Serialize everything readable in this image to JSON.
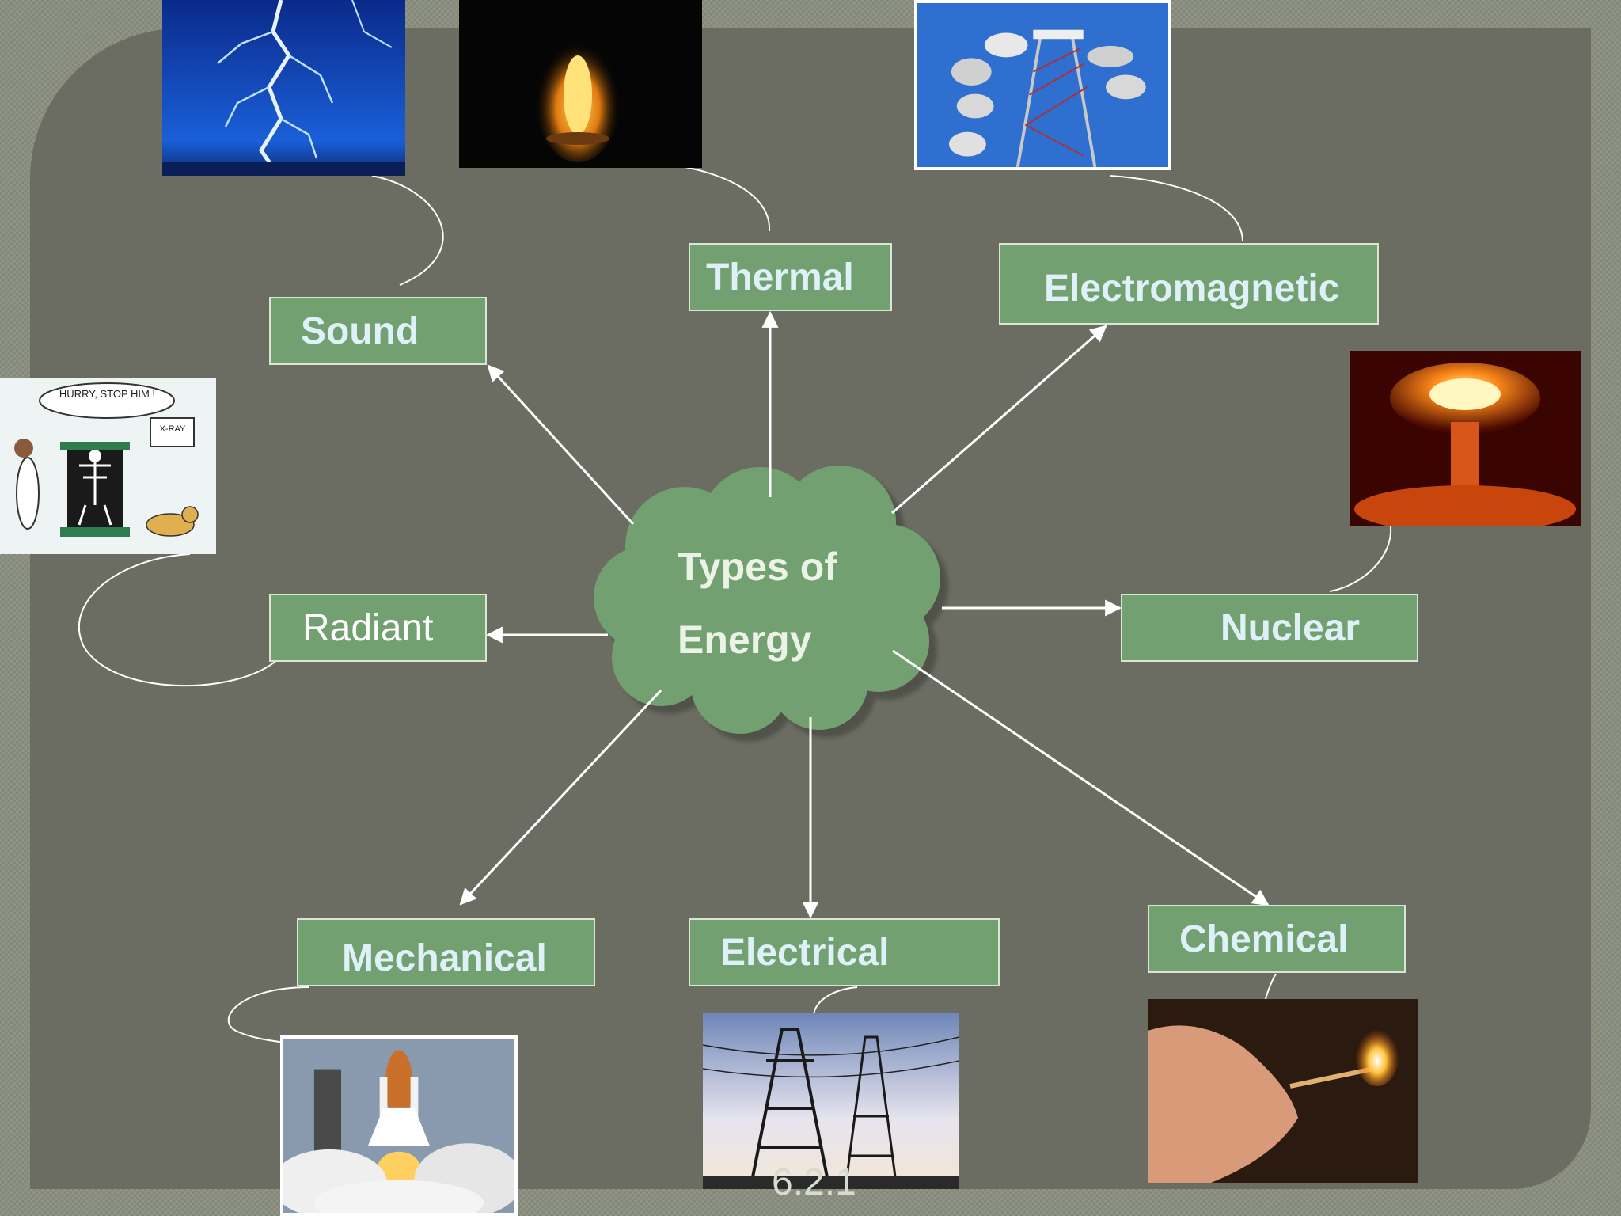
{
  "hub": {
    "line1": "Types of",
    "line2": "Energy"
  },
  "nodes": {
    "sound": "Sound",
    "thermal": "Thermal",
    "electromagnetic": "Electromagnetic",
    "radiant": "Radiant",
    "nuclear": "Nuclear",
    "mechanical": "Mechanical",
    "electrical": "Electrical",
    "chemical": "Chemical"
  },
  "images": {
    "xray_cartoon": {
      "speech": "HURRY, STOP HIM !",
      "sign": "X-RAY"
    }
  },
  "slide_number": "6.2.1",
  "colors": {
    "node_fill": "#72a070",
    "node_text": "#dff1f8",
    "panel": "#6b6d63",
    "cloud": "#72a070"
  }
}
